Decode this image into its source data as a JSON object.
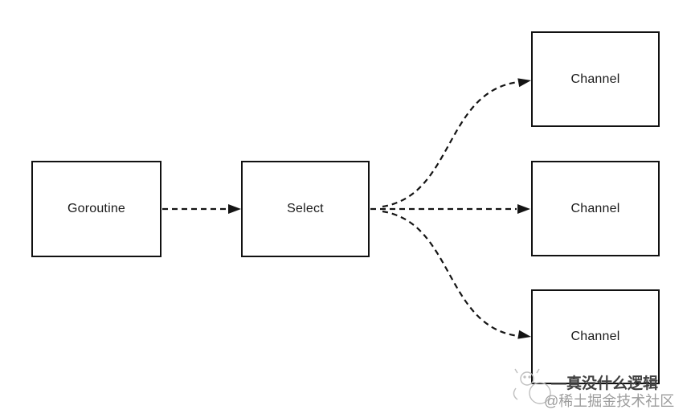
{
  "diagram": {
    "title": "goroutine select over multiple channels",
    "background_color": "#ffffff",
    "stroke_color": "#141414",
    "text_color": "#1a1a1a",
    "nodes": [
      {
        "id": "goroutine",
        "label": "Goroutine"
      },
      {
        "id": "select",
        "label": "Select"
      },
      {
        "id": "channel-top",
        "label": "Channel"
      },
      {
        "id": "channel-middle",
        "label": "Channel"
      },
      {
        "id": "channel-bottom",
        "label": "Channel"
      }
    ],
    "edges": [
      {
        "from": "goroutine",
        "to": "select",
        "style": "dashed-arrow-straight"
      },
      {
        "from": "select",
        "to": "channel-top",
        "style": "dashed-arrow-curve-up"
      },
      {
        "from": "select",
        "to": "channel-middle",
        "style": "dashed-arrow-straight"
      },
      {
        "from": "select",
        "to": "channel-bottom",
        "style": "dashed-arrow-curve-down"
      }
    ]
  },
  "watermark": {
    "line1": "—真没什么逻辑",
    "line2": "@稀土掘金技术社区",
    "line1_color": "#414141",
    "line2_color": "#9d9d9d",
    "icon": "mascot-doodle-icon"
  }
}
